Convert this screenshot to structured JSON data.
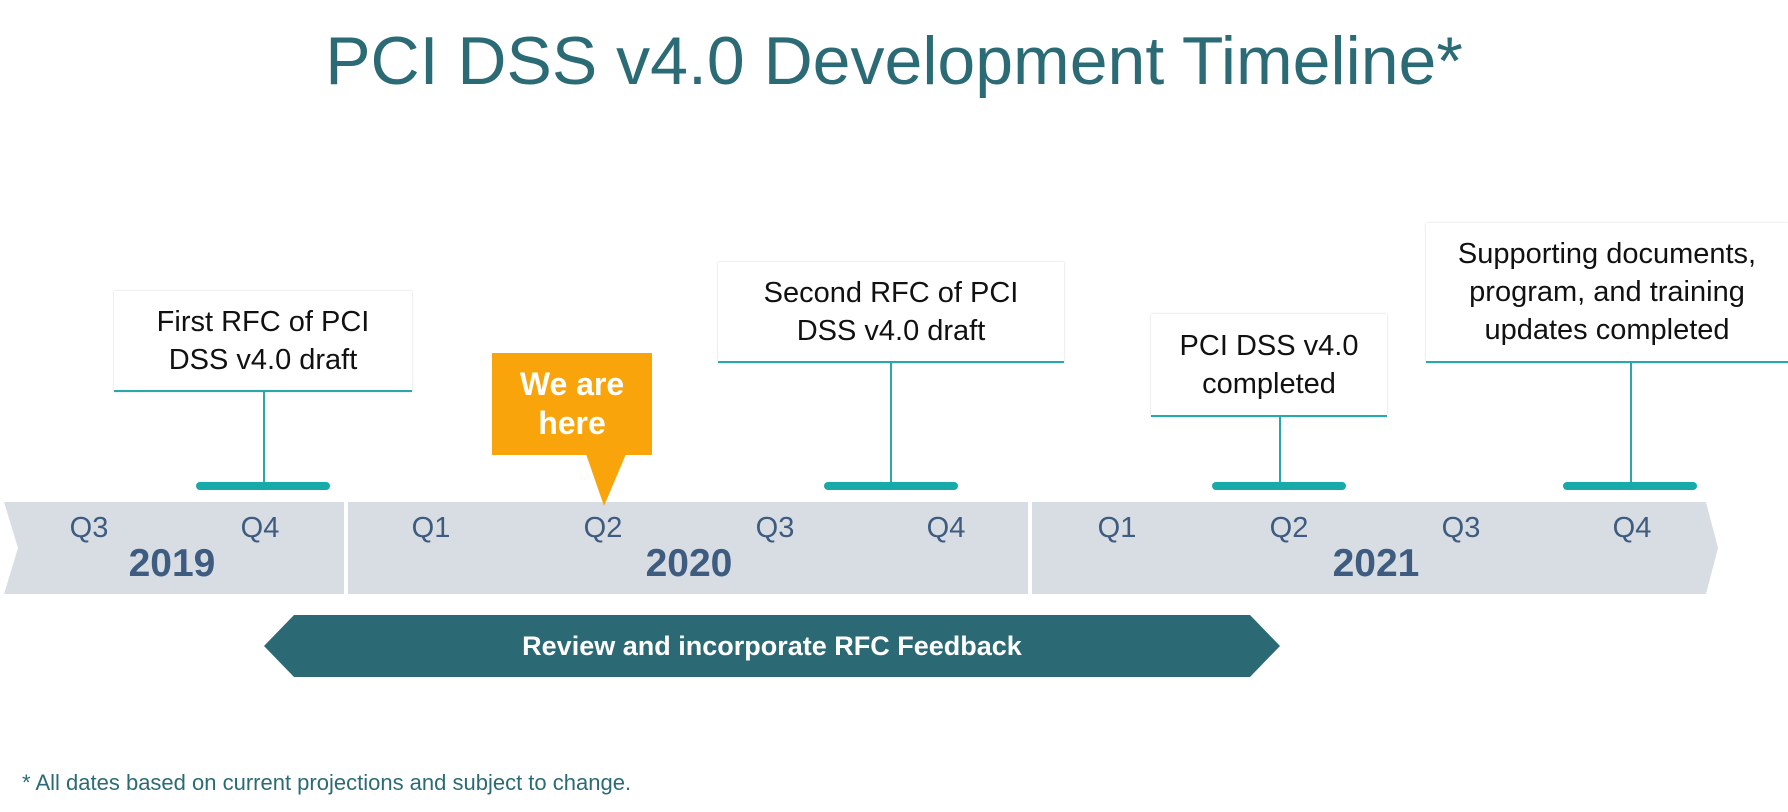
{
  "title": "PCI DSS v4.0 Development Timeline*",
  "milestones": [
    {
      "text": "First RFC of PCI DSS v4.0 draft"
    },
    {
      "text": "Second RFC of PCI DSS v4.0 draft"
    },
    {
      "text": "PCI DSS v4.0 completed"
    },
    {
      "text": "Supporting documents, program, and training updates completed"
    }
  ],
  "current_marker": {
    "text": "We are here",
    "color": "#f9a40a"
  },
  "timeline": {
    "years": [
      {
        "label": "2019",
        "quarters": [
          "Q3",
          "Q4"
        ]
      },
      {
        "label": "2020",
        "quarters": [
          "Q1",
          "Q2",
          "Q3",
          "Q4"
        ]
      },
      {
        "label": "2021",
        "quarters": [
          "Q1",
          "Q2",
          "Q3",
          "Q4"
        ]
      }
    ],
    "band_color": "#d8dce3",
    "label_color": "#3d5c80"
  },
  "feedback_bar": {
    "text": "Review and incorporate RFC Feedback",
    "color": "#2b6a74"
  },
  "footnote": "* All dates based on current projections and subject to change.",
  "colors": {
    "accent": "#2aa7a8",
    "title": "#2b6b75"
  }
}
